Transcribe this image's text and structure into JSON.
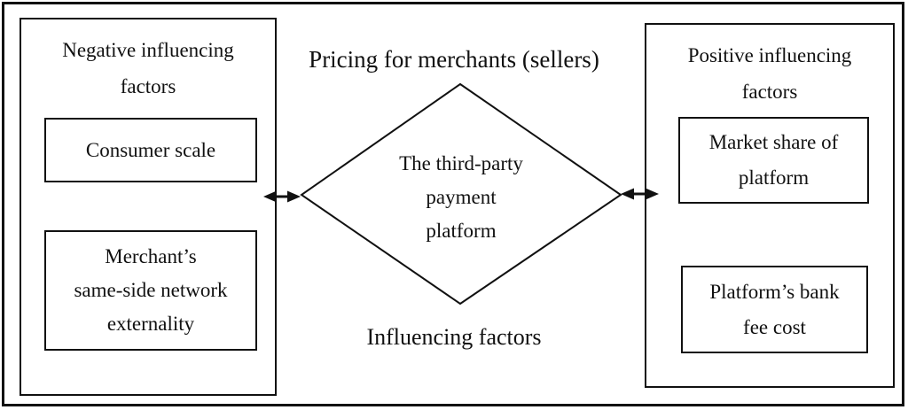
{
  "figure": {
    "background_color": "#ffffff",
    "line_color": "#111111",
    "center": {
      "top_label": "Pricing for merchants (sellers)",
      "diamond_label": [
        "The third-party",
        "payment",
        "platform"
      ],
      "bottom_label": "Influencing factors"
    },
    "left_panel": {
      "title": [
        "Negative influencing",
        "factors"
      ],
      "boxes": [
        {
          "label": "Consumer scale"
        },
        {
          "label": [
            "Merchant’s",
            "same-side network",
            "externality"
          ]
        }
      ]
    },
    "right_panel": {
      "title": [
        "Positive influencing",
        "factors"
      ],
      "boxes": [
        {
          "label": [
            "Market share of",
            "platform"
          ]
        },
        {
          "label": [
            "Platform’s bank",
            "fee cost"
          ]
        }
      ]
    },
    "connectors": [
      {
        "name": "left-double-arrow",
        "type": "double-headed",
        "connects": "left panel to diamond"
      },
      {
        "name": "right-double-arrow",
        "type": "double-headed",
        "connects": "diamond to right panel"
      }
    ]
  }
}
